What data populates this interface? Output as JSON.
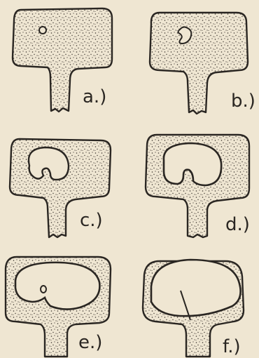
{
  "figure": {
    "background": "#efe6d2",
    "ink_color": "#2a2622",
    "stipple_color": "#3a342e",
    "panels": [
      {
        "id": "a",
        "label": "a.)"
      },
      {
        "id": "b",
        "label": "b.)"
      },
      {
        "id": "c",
        "label": "c.)"
      },
      {
        "id": "d",
        "label": "d.)"
      },
      {
        "id": "e",
        "label": "e.)"
      },
      {
        "id": "f",
        "label": "f.)"
      }
    ]
  }
}
